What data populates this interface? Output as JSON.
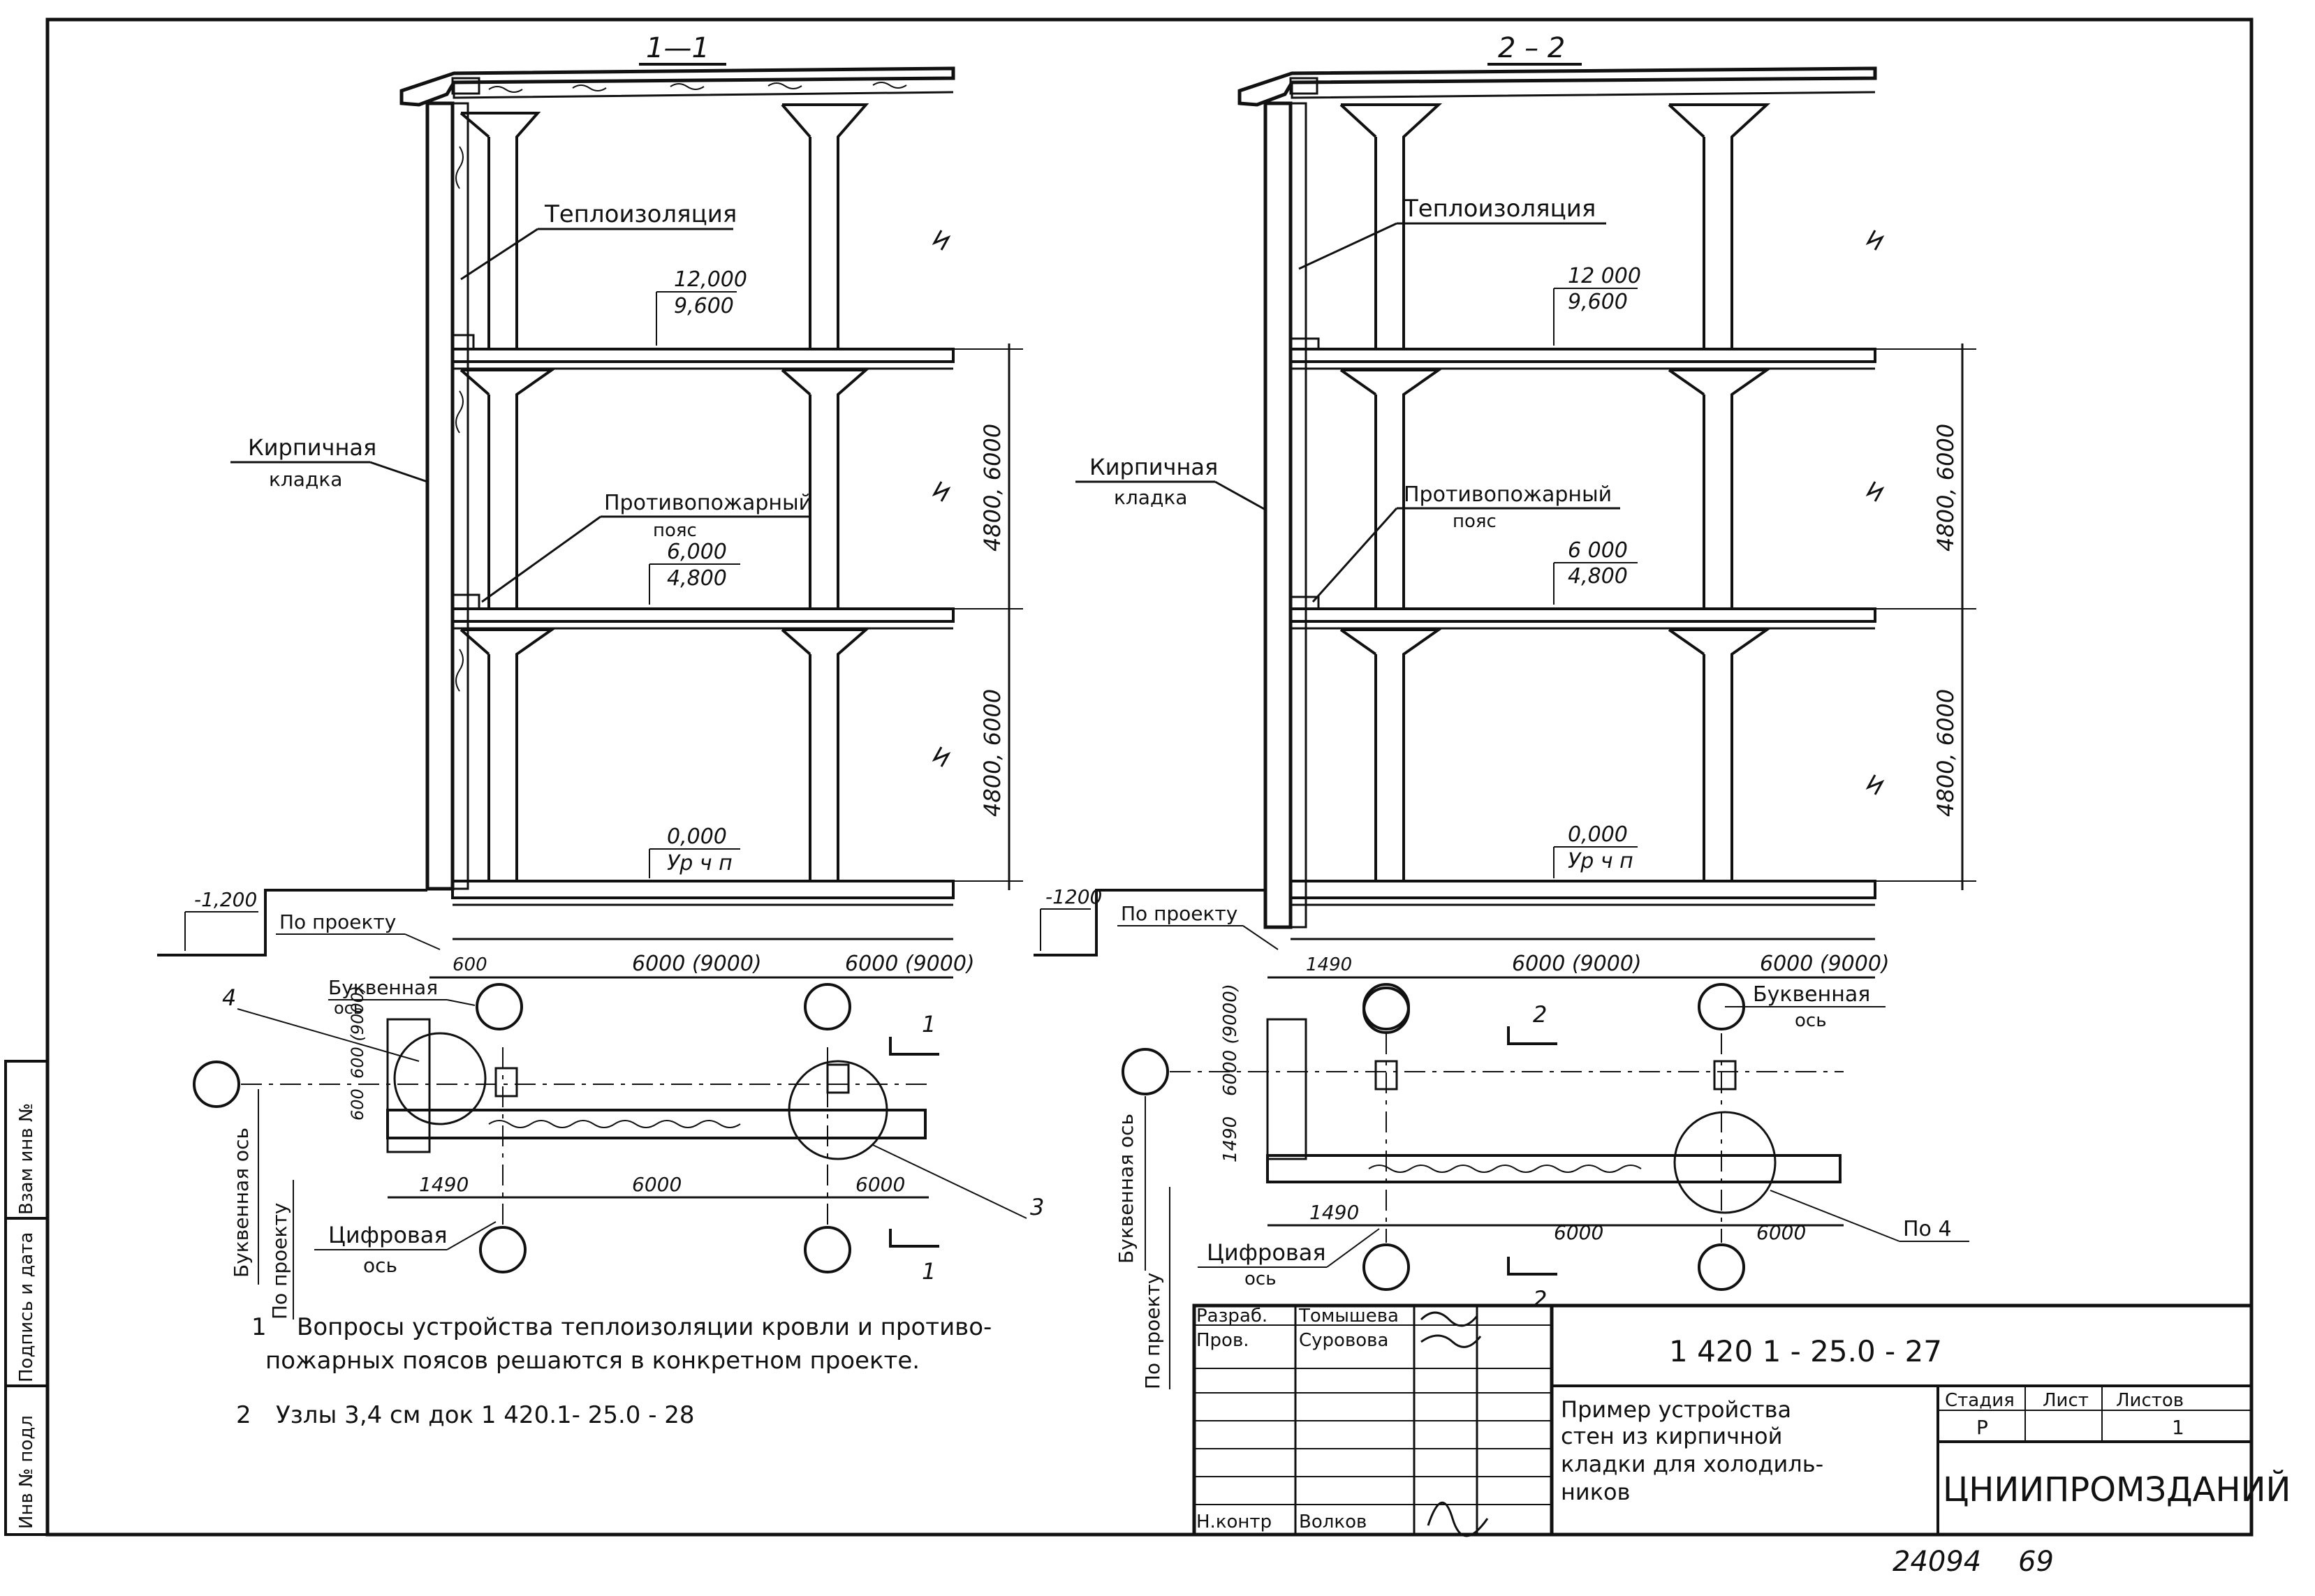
{
  "section1": {
    "title": "1—1",
    "thermal_insulation": "Теплоизоляция",
    "masonry_line1": "Кирпичная",
    "masonry_line2": "кладка",
    "fire_belt_line1": "Противопожарный",
    "fire_belt_line2": "пояс",
    "level_top_a": "12,000",
    "level_top_b": "9,600",
    "level_mid_a": "6,000",
    "level_mid_b": "4,800",
    "level_zero_a": "0,000",
    "level_zero_b": "Ур ч п",
    "level_ground": "-1,200",
    "per_project": "По проекту",
    "dim_height_1": "4800, 6000",
    "dim_height_2": "4800, 6000",
    "dim_600": "600",
    "dim_span_1": "6000 (9000)",
    "dim_span_2": "6000 (9000)"
  },
  "section2": {
    "title": "2 – 2",
    "thermal_insulation": "Теплоизоляция",
    "masonry_line1": "Кирпичная",
    "masonry_line2": "кладка",
    "fire_belt_line1": "Противопожарный",
    "fire_belt_line2": "пояс",
    "level_top_a": "12 000",
    "level_top_b": "9,600",
    "level_mid_a": "6 000",
    "level_mid_b": "4,800",
    "level_zero_a": "0,000",
    "level_zero_b": "Ур ч п",
    "level_ground": "-1200",
    "per_project": "По проекту",
    "dim_height_1": "4800, 6000",
    "dim_height_2": "4800, 6000",
    "dim_1490": "1490",
    "dim_span_1": "6000 (9000)",
    "dim_span_2": "6000 (9000)",
    "letter_axis_line1": "Буквенная",
    "letter_axis_line2": "ось"
  },
  "plan1": {
    "letter_axis_line1": "Буквенная",
    "letter_axis_line2": "ось",
    "digit_axis_line1": "Цифровая",
    "digit_axis_line2": "ось",
    "letter_axis_vertical": "Буквенная ось",
    "per_project_vertical": "По проекту",
    "node_4": "4",
    "node_3": "3",
    "cut_mark": "1",
    "dim_600_9000": "600 (9000)",
    "dim_600": "600",
    "dim_1490": "1490",
    "dim_6000_a": "6000",
    "dim_6000_b": "6000"
  },
  "plan2": {
    "digit_axis_line1": "Цифровая",
    "digit_axis_line2": "ось",
    "letter_axis_vertical": "Буквенная ось",
    "per_project_vertical": "По проекту",
    "node_ref": "По 4",
    "cut_mark": "2",
    "dim_6000_9000": "6000 (9000)",
    "dim_1490_a": "1490",
    "dim_1490_b": "1490",
    "dim_6000_a": "6000",
    "dim_6000_b": "6000"
  },
  "notes": {
    "note1_num": "1",
    "note1_line1": "Вопросы устройства теплоизоляции кровли и противо-",
    "note1_line2": "пожарных поясов решаются в конкретном проекте.",
    "note2_num": "2",
    "note2_text": "Узлы 3,4   см  док   1 420.1- 25.0 - 28"
  },
  "title_block": {
    "doc_code": "1 420 1 - 25.0 - 27",
    "role_dev": "Разраб.",
    "name_dev": "Томышева",
    "role_check": "Пров.",
    "name_check": "Суровова",
    "role_norm": "Н.контр",
    "name_norm": "Волков",
    "title_line1": "Пример   устройства",
    "title_line2": "стен  из  кирпичной",
    "title_line3": "кладки    для  холодиль-",
    "title_line4": "ников",
    "stage_label": "Стадия",
    "sheet_label": "Лист",
    "sheets_label": "Листов",
    "stage_value": "Р",
    "sheets_value": "1",
    "org": "ЦНИИПРОМЗДАНИЙ"
  },
  "side_stamp": {
    "cell1": "Взам инв №",
    "cell2": "Подпись и дата",
    "cell3": "Инв № подл"
  },
  "footer": {
    "inventory": "24094",
    "page": "69"
  }
}
